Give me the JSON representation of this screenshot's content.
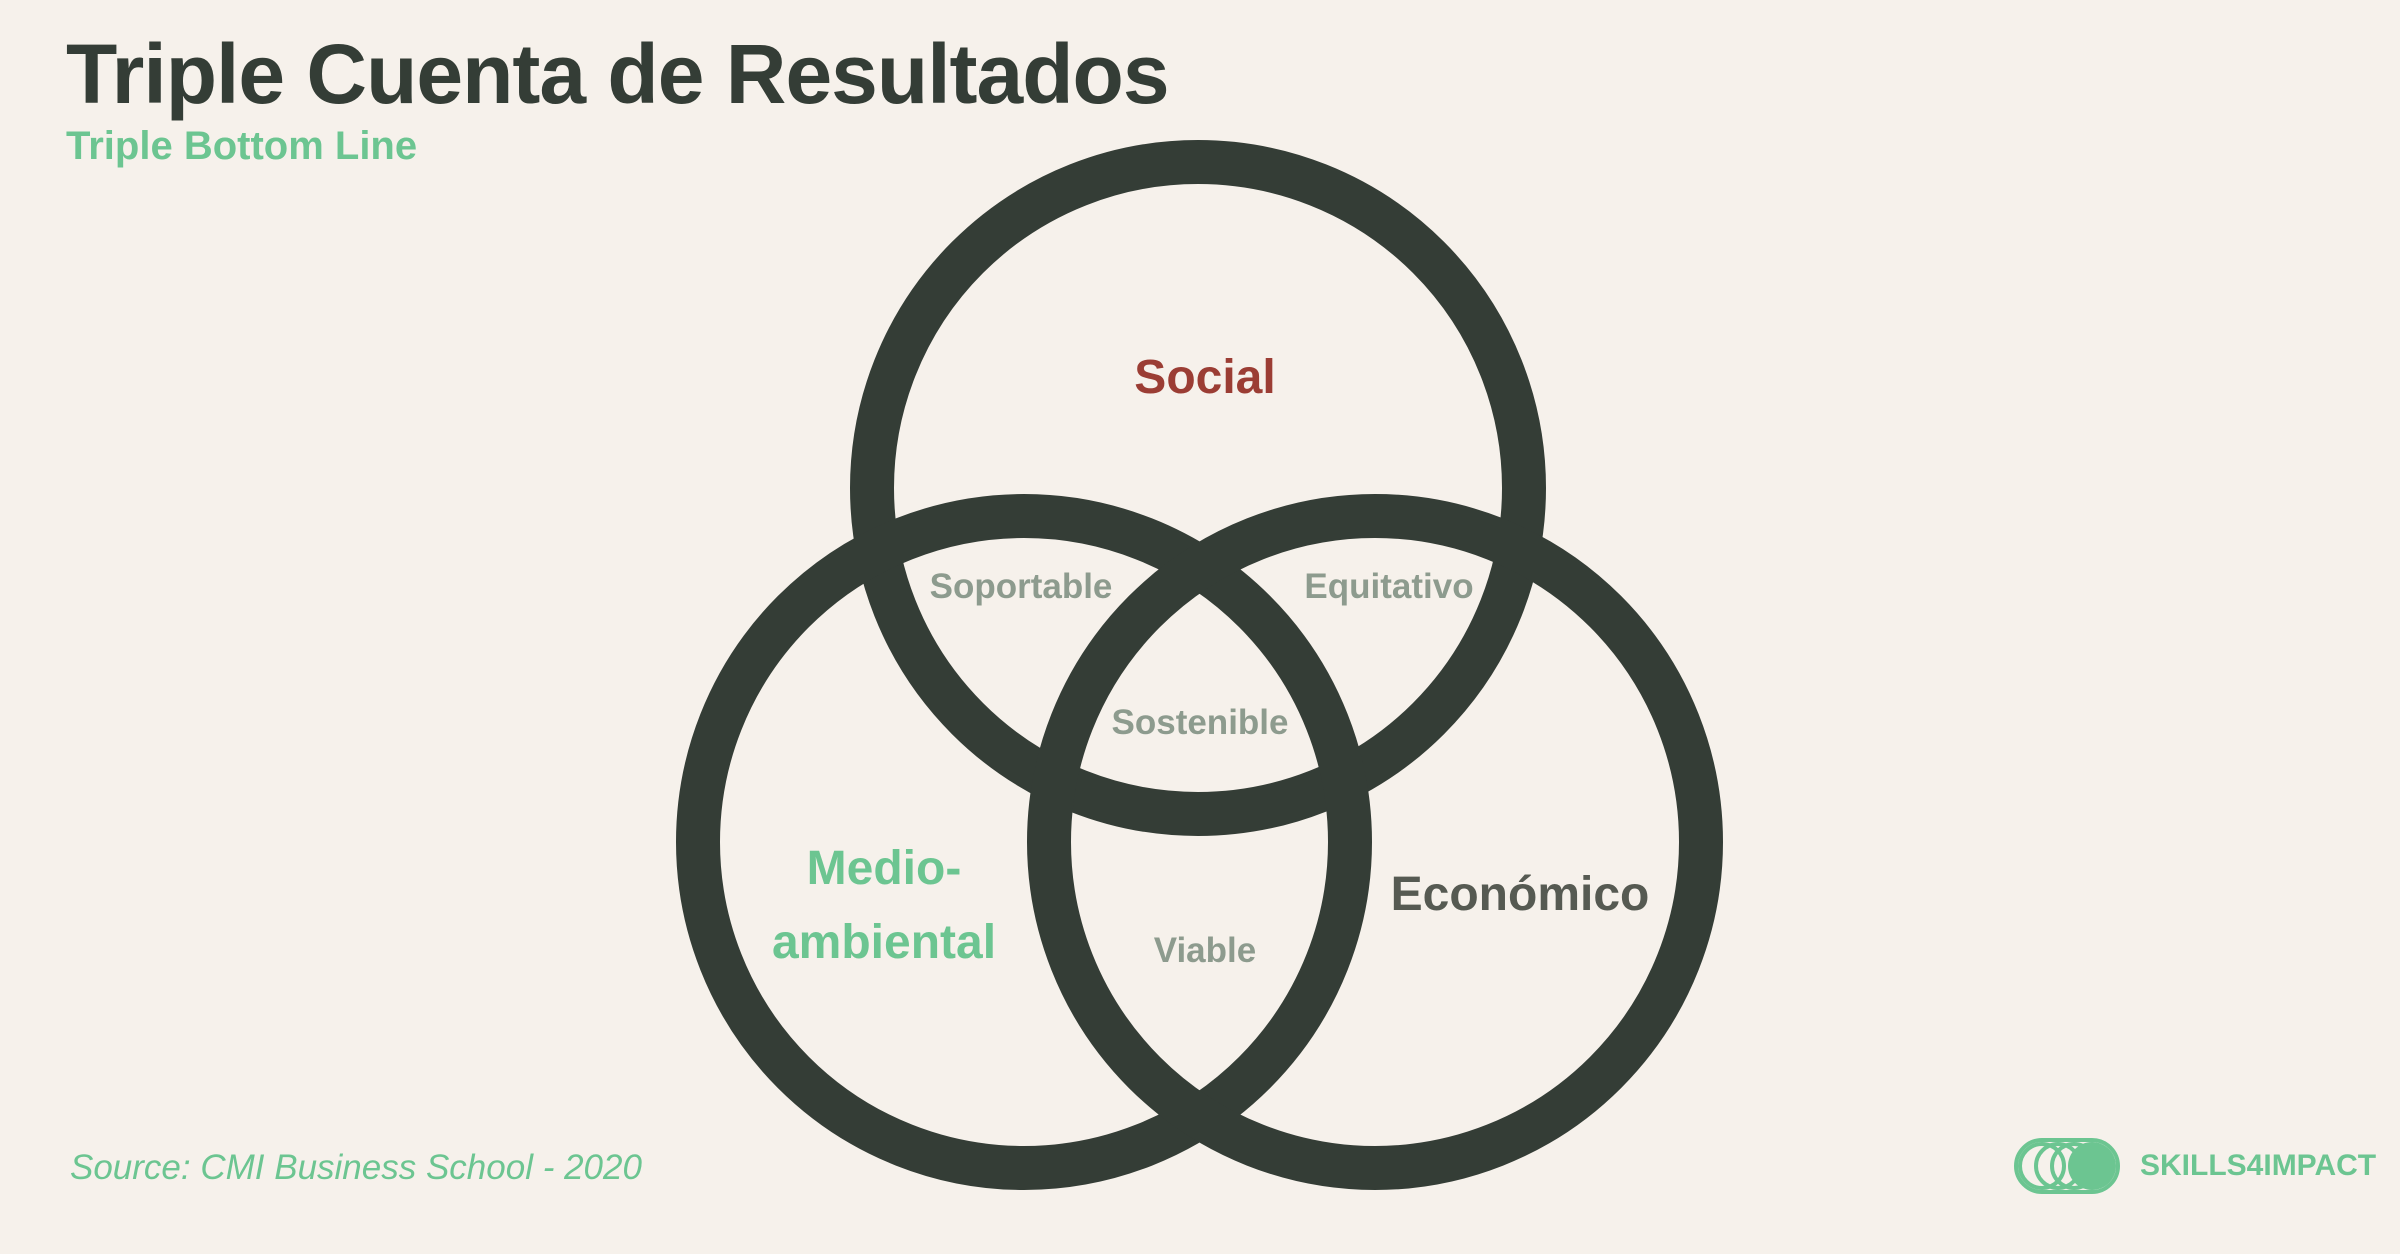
{
  "header": {
    "title": "Triple Cuenta de Resultados",
    "subtitle": "Triple Bottom Line"
  },
  "diagram": {
    "sets": [
      {
        "id": "social",
        "label": "Social",
        "color": "#9b3d34"
      },
      {
        "id": "environmental",
        "label_lines": [
          "Medio-",
          "ambiental"
        ],
        "color": "#6cc591"
      },
      {
        "id": "economic",
        "label": "Económico",
        "color": "#565a52"
      }
    ],
    "intersections": {
      "social_environmental": "Soportable",
      "social_economic": "Equitativo",
      "environmental_economic": "Viable",
      "all": "Sostenible"
    },
    "ring_color": "#343d36",
    "intersection_color": "#8d9b8e"
  },
  "footer": {
    "source": "Source: CMI Business School - 2020",
    "logo_text": "SKILLS4IMPACT",
    "logo_color": "#6cc591"
  }
}
